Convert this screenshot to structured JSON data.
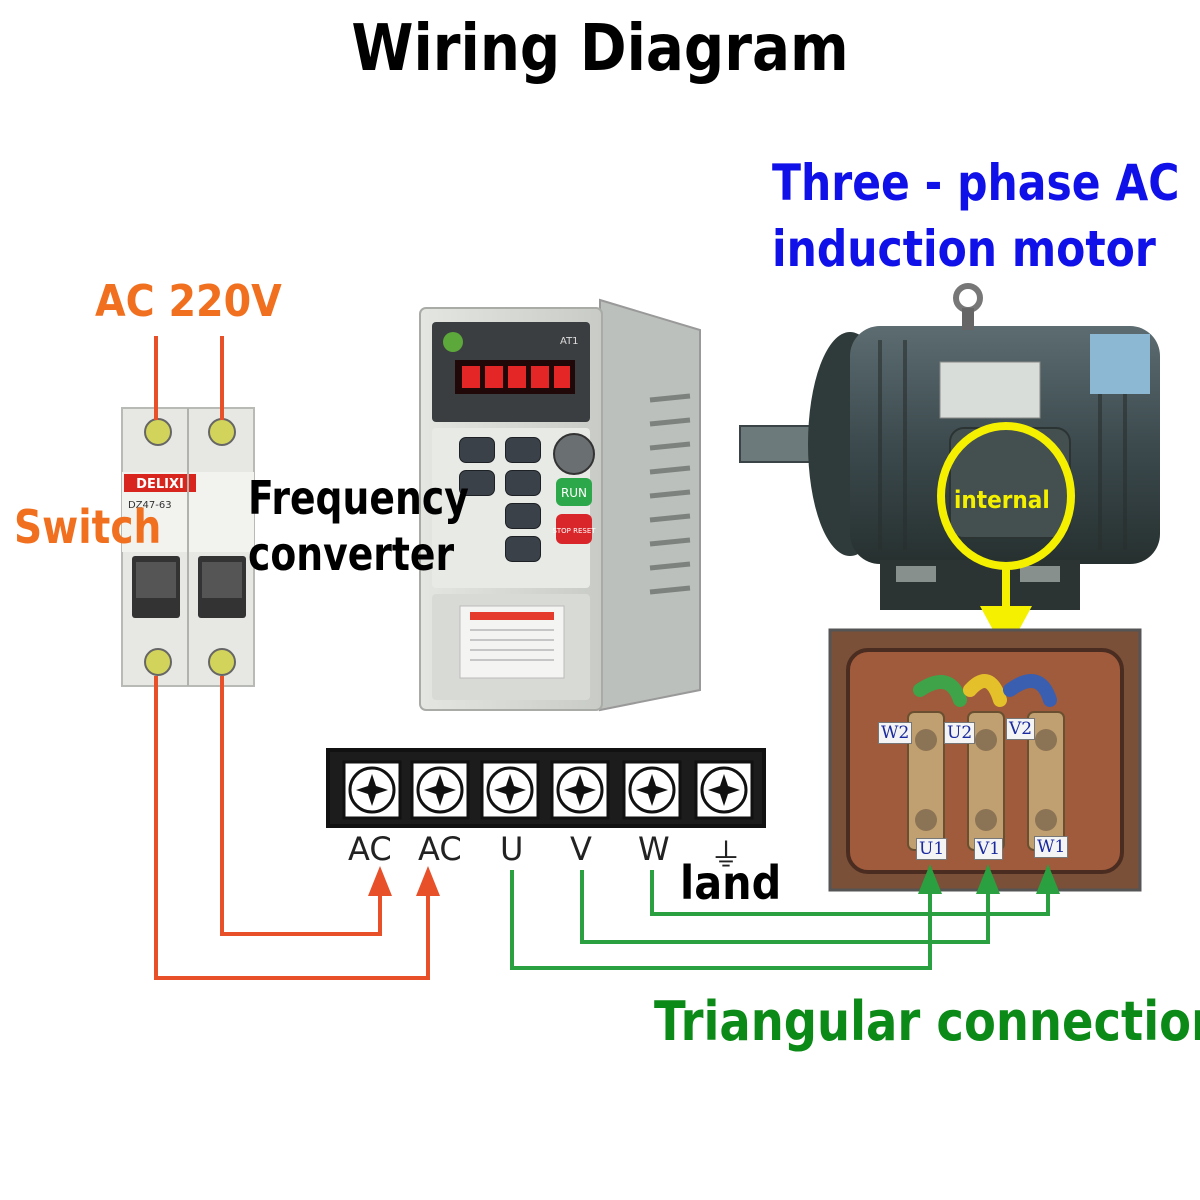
{
  "title": "Wiring Diagram",
  "power_label": "AC 220V",
  "switch_label": "Switch",
  "converter_label": [
    "Frequency",
    "converter"
  ],
  "motor_label": [
    "Three - phase AC",
    "induction motor"
  ],
  "internal_label": "internal",
  "terminal_labels": [
    "AC",
    "AC",
    "U",
    "V",
    "W",
    "⏚"
  ],
  "land_label": "land",
  "connection_label": "Triangular connection",
  "coil_top_labels": [
    "W2",
    "U2",
    "V2"
  ],
  "coil_bottom_labels": [
    "U1",
    "V1",
    "W1"
  ],
  "breaker_brand": "DELIXI",
  "breaker_model": "DZ47-63",
  "vfd_model": "AT1",
  "vfd_keys": {
    "run": "RUN",
    "stop": "STOP RESET"
  },
  "colors": {
    "power": "#f07020",
    "motor_text": "#1010e8",
    "connection": "#0c8a18",
    "highlight": "#f4f000",
    "wire_orange": "#e8502a",
    "wire_green": "#2aa040"
  }
}
